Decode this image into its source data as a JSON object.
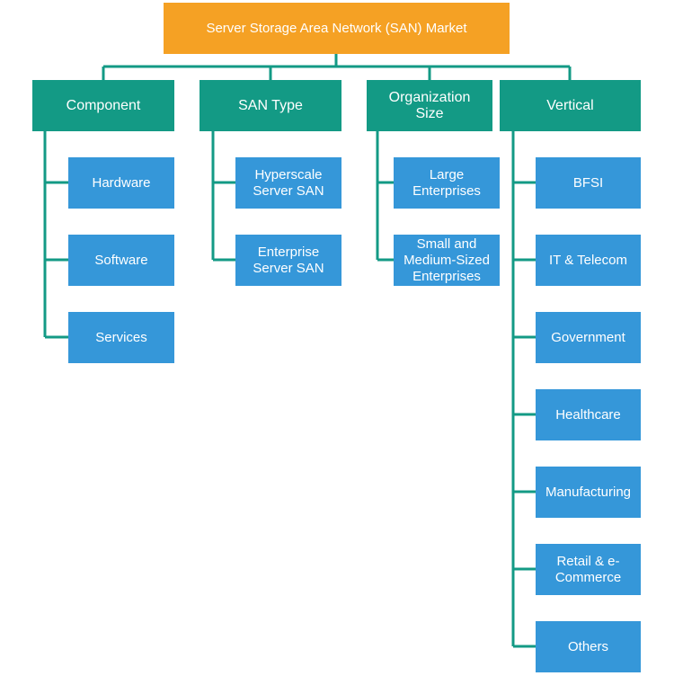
{
  "title": "Server Storage Area Network (SAN) Market",
  "colors": {
    "root": "#f5a124",
    "category": "#139a85",
    "leaf": "#3597d9",
    "connector": "#139a85"
  },
  "categories": [
    {
      "label": "Component",
      "items": [
        "Hardware",
        "Software",
        "Services"
      ]
    },
    {
      "label": "SAN Type",
      "items": [
        "Hyperscale\nServer SAN",
        "Enterprise\nServer SAN"
      ]
    },
    {
      "label": "Organization\nSize",
      "items": [
        "Large\nEnterprises",
        "Small and\nMedium-Sized\nEnterprises"
      ]
    },
    {
      "label": "Vertical",
      "items": [
        "BFSI",
        "IT & Telecom",
        "Government",
        "Healthcare",
        "Manufacturing",
        "Retail & e-\nCommerce",
        "Others"
      ]
    }
  ]
}
